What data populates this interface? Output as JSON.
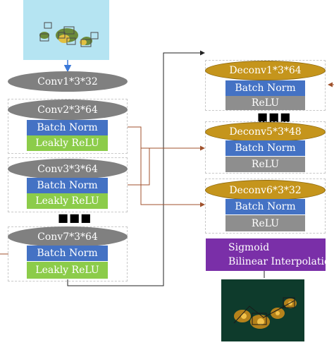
{
  "encoder": {
    "conv1": "Conv1*3*32",
    "conv2": "Conv2*3*64",
    "conv3": "Conv3*3*64",
    "conv7": "Conv7*3*64",
    "batch_norm": "Batch Norm",
    "leaky_relu": "Leakly ReLU",
    "ellipsis": "■■■"
  },
  "decoder": {
    "deconv1": "Deconv1*3*64",
    "deconv5": "Deconv5*3*48",
    "deconv6": "Deconv6*3*32",
    "batch_norm": "Batch Norm",
    "relu": "ReLU",
    "ellipsis": "■■■"
  },
  "output": {
    "sigmoid": "Sigmoid",
    "bilinear": "Bilinear Interpolation"
  },
  "colors": {
    "batch_norm": "#4472c4",
    "leaky_relu": "#8ccc4a",
    "relu": "#8e8e8e",
    "conv": "#808080",
    "deconv": "#c5951c",
    "output_block": "#7a2fa8",
    "skip_connection": "#a0522d",
    "input_arrow": "#3a78d8"
  }
}
